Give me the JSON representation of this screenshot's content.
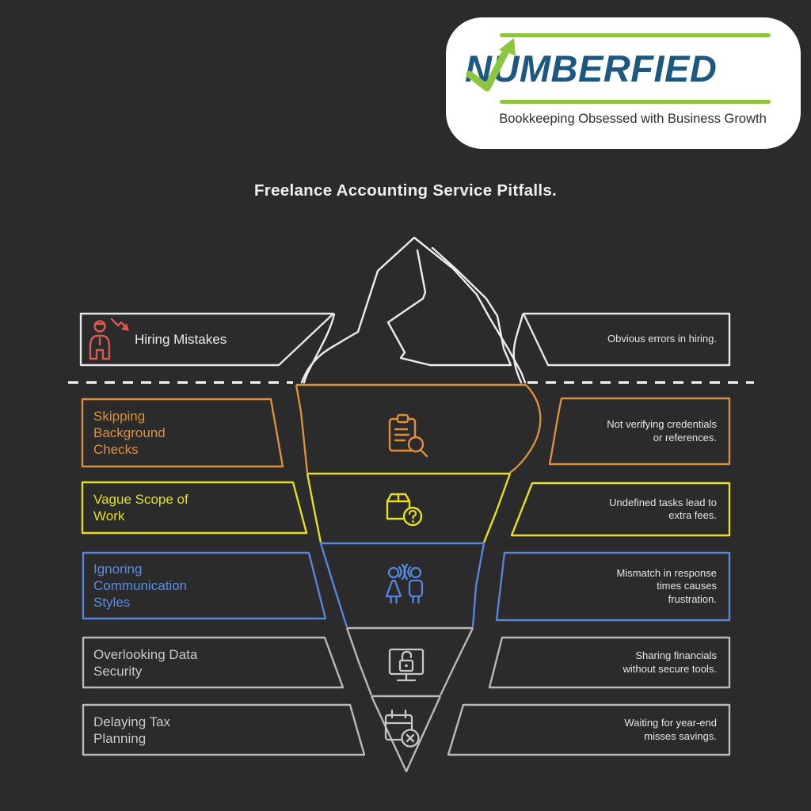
{
  "logo": {
    "brand": "NUMBERFIED",
    "tagline": "Bookkeeping Obsessed with Business Growth"
  },
  "title": "Freelance Accounting Service Pitfalls.",
  "rows": [
    {
      "id": "hiring-mistakes",
      "label": "Hiring Mistakes",
      "description": "Obvious errors in hiring.",
      "color": "#ededed",
      "icon": "person-decline-icon"
    },
    {
      "id": "skipping-background-checks",
      "label": "Skipping\nBackground\nChecks",
      "description": "Not verifying credentials\nor references.",
      "color": "#dd8f3d",
      "icon": "clipboard-search-icon"
    },
    {
      "id": "vague-scope-of-work",
      "label": "Vague Scope of\nWork",
      "description": "Undefined tasks lead to\nextra fees.",
      "color": "#e5df26",
      "icon": "package-question-icon"
    },
    {
      "id": "ignoring-communication-styles",
      "label": "Ignoring\nCommunication\nStyles",
      "description": "Mismatch in response\ntimes causes\nfrustration.",
      "color": "#5b8ede",
      "icon": "people-communication-icon"
    },
    {
      "id": "overlooking-data-security",
      "label": "Overlooking Data\nSecurity",
      "description": "Sharing financials\nwithout secure tools.",
      "color": "#c9c9c9",
      "icon": "monitor-lock-icon"
    },
    {
      "id": "delaying-tax-planning",
      "label": "Delaying Tax\nPlanning",
      "description": "Waiting for year-end\nmisses savings.",
      "color": "#c9c9c9",
      "icon": "calendar-cancel-icon"
    }
  ],
  "colors": {
    "background": "#2b2b2b",
    "iceberg_line": "#ececec",
    "row_orange": "#dd8f3d",
    "row_yellow": "#e5df26",
    "row_blue": "#5586d9",
    "row_gray": "#b9b9b9",
    "accent_red": "#d85a50",
    "logo_green": "#8cc63e",
    "logo_blue": "#1c5880"
  }
}
